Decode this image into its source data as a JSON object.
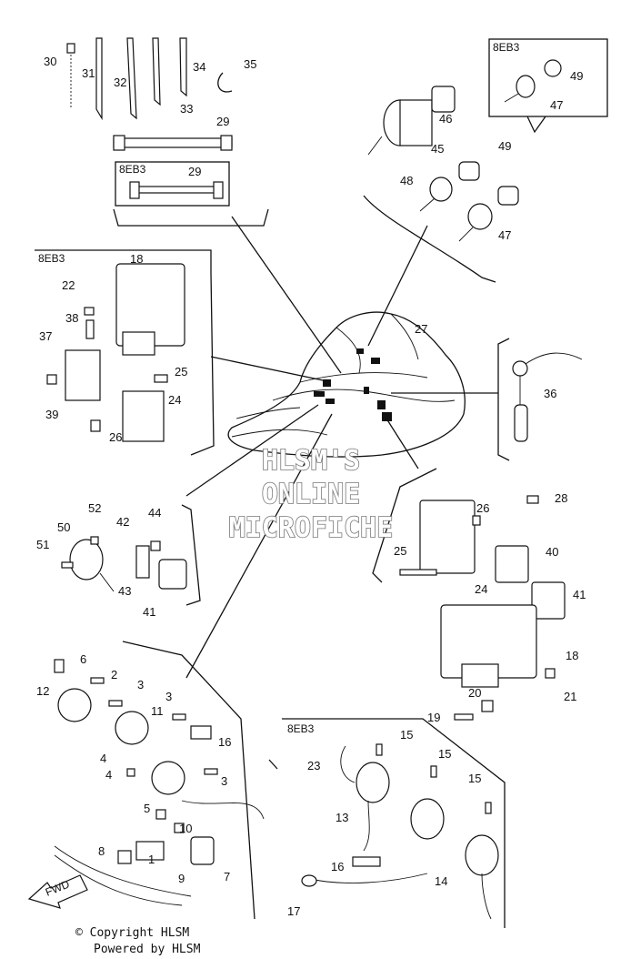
{
  "watermark": {
    "line1": "HLSM'S",
    "line2": "ONLINE",
    "line3": "MICROFICHE"
  },
  "footer": {
    "copyright": "© Copyright HLSM",
    "powered": "Powered by HLSM"
  },
  "direction_marker": "FWD",
  "model_tag": "8EB3",
  "callouts": [
    "1",
    "2",
    "3",
    "4",
    "5",
    "6",
    "7",
    "8",
    "9",
    "10",
    "11",
    "12",
    "13",
    "14",
    "15",
    "16",
    "17",
    "18",
    "19",
    "20",
    "21",
    "22",
    "23",
    "24",
    "25",
    "26",
    "27",
    "28",
    "29",
    "30",
    "31",
    "32",
    "33",
    "34",
    "35",
    "36",
    "37",
    "38",
    "39",
    "40",
    "41",
    "42",
    "43",
    "44",
    "45",
    "46",
    "47",
    "48",
    "49",
    "50",
    "51",
    "52"
  ]
}
